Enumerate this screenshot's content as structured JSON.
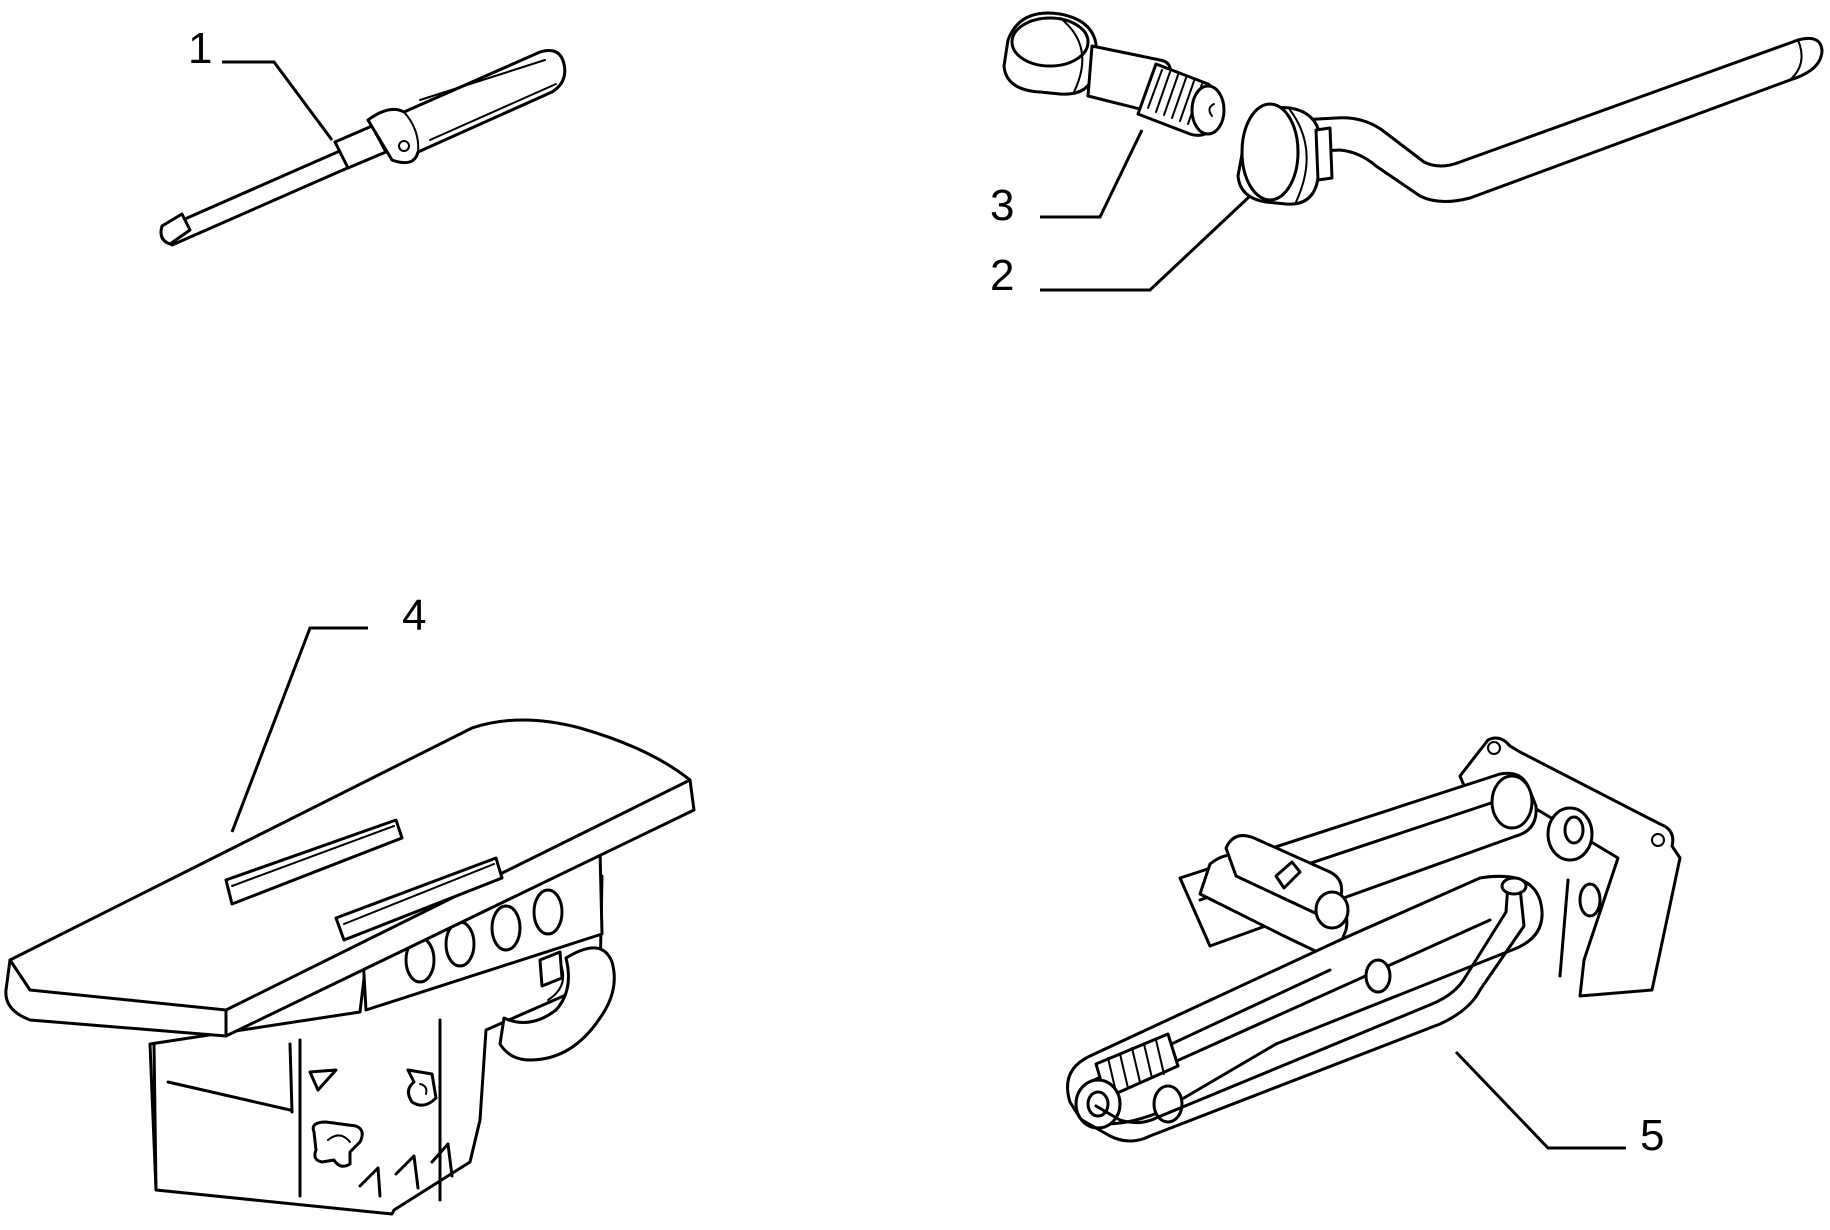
{
  "diagram": {
    "parts": [
      {
        "number": "1",
        "icon": "screwdriver-icon"
      },
      {
        "number": "2",
        "icon": "wheel-brace-icon"
      },
      {
        "number": "3",
        "icon": "splined-adapter-icon"
      },
      {
        "number": "4",
        "icon": "jack-base-support-icon"
      },
      {
        "number": "5",
        "icon": "scissor-jack-icon"
      }
    ],
    "colors": {
      "line": "#000000",
      "background": "#ffffff"
    }
  }
}
